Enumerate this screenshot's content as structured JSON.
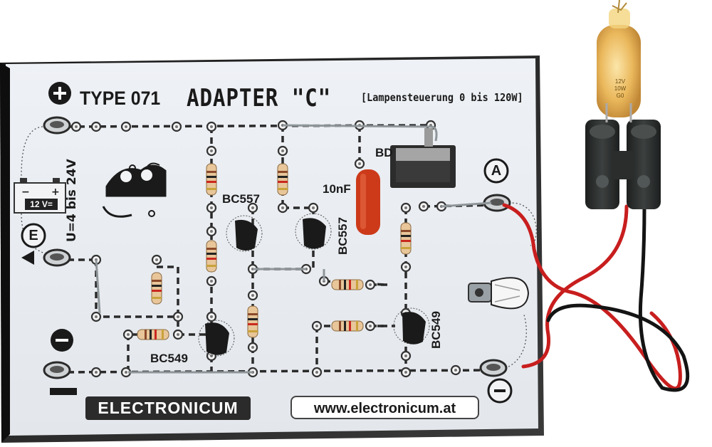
{
  "board": {
    "type_label": "TYPE 071",
    "title": "ADAPTER \"C\"",
    "subtitle": "[Lampensteuerung  0 bis 120W]",
    "voltage_range": "U=4 bis 24V",
    "battery_label": "12 V=",
    "brand": "ELECTRONICUM",
    "website": "www.electronicum.at"
  },
  "terminals": {
    "plus": "+",
    "minus": "−",
    "e": "E",
    "a": "A"
  },
  "components": {
    "transistor_1": "BC557",
    "transistor_2": "BC557",
    "transistor_3": "BC549",
    "transistor_4": "BC549",
    "capacitor": "10nF",
    "power_transistor": "BD"
  },
  "bulb": {
    "line1": "12V",
    "line2": "10W",
    "line3": "G0"
  },
  "colors": {
    "board_face": "#e9edf2",
    "board_edge": "#2a2a2a",
    "wire_red": "#c81e1e",
    "wire_black": "#141414",
    "capacitor": "#cc3a1a",
    "bulb_glass": "#e8b04a",
    "terminal_block": "#2a2d2c"
  }
}
